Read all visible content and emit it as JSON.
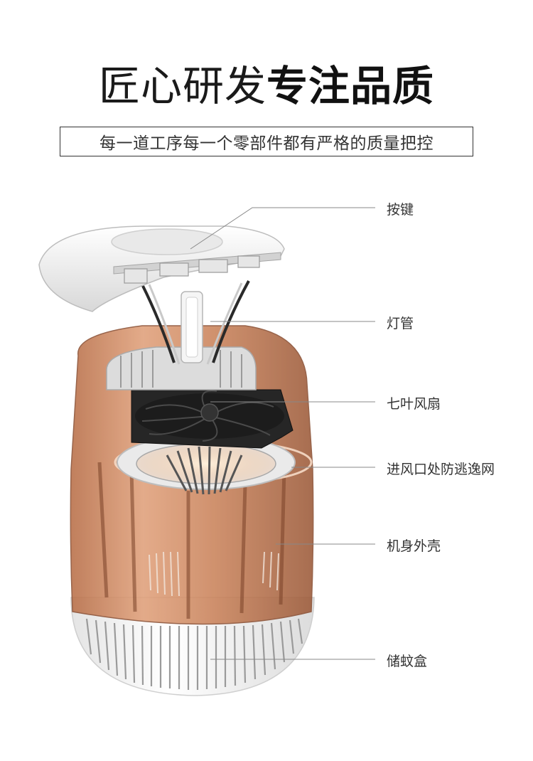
{
  "header": {
    "title_light": "匠心研发",
    "title_bold": "专注品质",
    "subtitle": "每一道工序每一个零部件都有严格的质量把控"
  },
  "callouts": [
    {
      "key": "button",
      "label": "按键"
    },
    {
      "key": "lamp",
      "label": "灯管"
    },
    {
      "key": "fan",
      "label": "七叶风扇"
    },
    {
      "key": "vent",
      "label": "进风口处防逃逸网"
    },
    {
      "key": "shell",
      "label": "机身外壳"
    },
    {
      "key": "box",
      "label": "储蚊盒"
    }
  ],
  "colors": {
    "shell": "#c9825a",
    "shell_dark": "#8a4f33",
    "cap": "#f2f2f2",
    "fan": "#1c1c1c",
    "line": "#888888",
    "text": "#333333"
  }
}
